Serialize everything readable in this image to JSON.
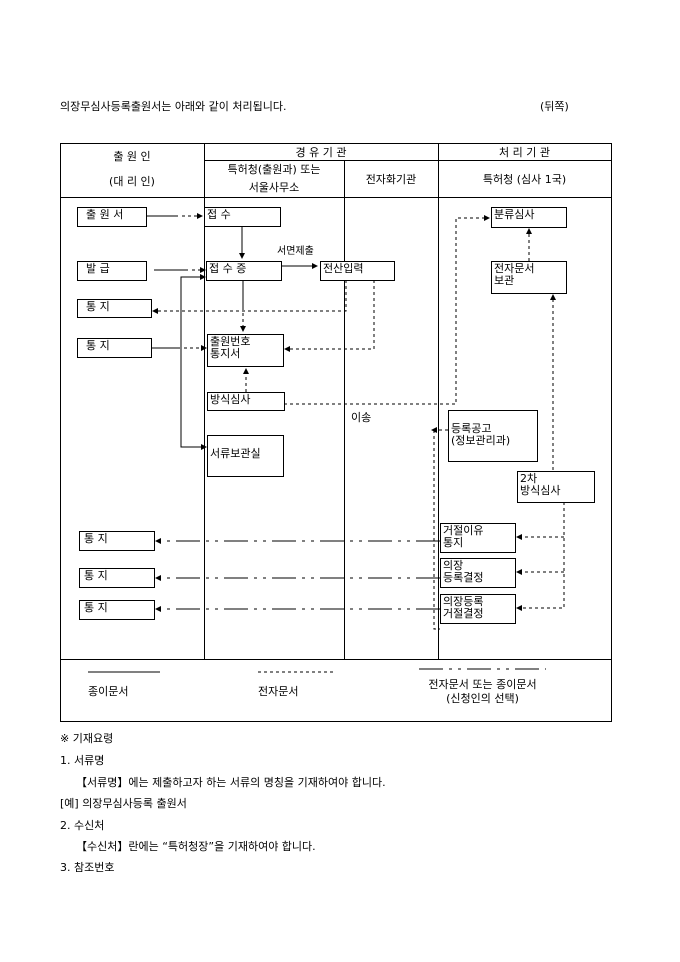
{
  "intro": "의장무심사등록출원서는 아래와 같이 처리됩니다.",
  "page_side": "(뒤쪽)",
  "header": {
    "applicant": "출 원 인",
    "agent": "(대 리 인)",
    "via": "경 유 기 관",
    "kipo_office": "특허청(출원과) 또는",
    "seoul_office": "서울사무소",
    "digitizer": "전자화기관",
    "processor": "처 리 기 관",
    "kipo_exam": "특허청 (심사 1국)"
  },
  "boxes": {
    "application": "출 원 서",
    "receipt": "접      수",
    "issue": "발      급",
    "receipt_cert": "접 수 증",
    "data_entry": "전산입력",
    "notice1": "통      지",
    "notice2": "통      지",
    "app_number_notice": "출원번호\n통지서",
    "formality_exam": "방식심사",
    "archive": "서류보관실",
    "classification": "분류심사",
    "e_doc_storage": "전자문서\n보관",
    "reg_publication": "등록공고\n(정보관리과)",
    "second_exam": "2차\n방식심사",
    "refusal_reason": "거절이유\n통지",
    "reg_decision": "의장\n등록결정",
    "refusal_decision": "의장등록\n거절결정",
    "notice3": "통      지",
    "notice4": "통      지",
    "notice5": "통      지"
  },
  "labels": {
    "written_submission": "서면제출",
    "transfer": "이송"
  },
  "legend": {
    "paper": "종이문서",
    "electronic": "전자문서",
    "either": "전자문서 또는 종이문서",
    "either_note": "(신청인의 선택)"
  },
  "notes": {
    "title": "※ 기재요령",
    "n1": "1. 서류명",
    "n1_text": "【서류명】에는 제출하고자 하는 서류의 명칭을 기재하여야 합니다.",
    "n1_example": "[예] 의장무심사등록 출원서",
    "n2": "2. 수신처",
    "n2_text": "【수신처】란에는 “특허청장”을 기재하여야 합니다.",
    "n3": "3. 참조번호"
  }
}
